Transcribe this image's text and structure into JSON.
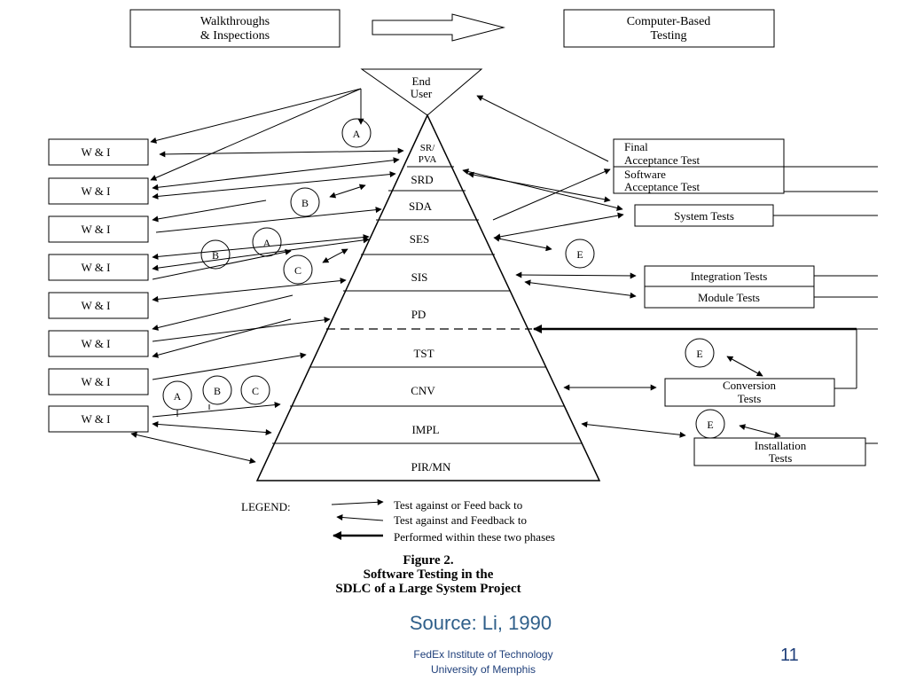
{
  "top": {
    "left_box": [
      "Walkthroughs",
      "& Inspections"
    ],
    "right_box": [
      "Computer-Based",
      "Testing"
    ]
  },
  "apex": [
    "End",
    "User"
  ],
  "phases": [
    "SR/",
    "PVA",
    "SRD",
    "SDA",
    "SES",
    "SIS",
    "PD",
    "TST",
    "CNV",
    "IMPL",
    "PIR/MN"
  ],
  "wi_label": "W & I",
  "circles": {
    "a": "A",
    "b": "B",
    "c": "C",
    "e": "E"
  },
  "right_tests": {
    "final": [
      "Final",
      "Acceptance Test"
    ],
    "software": [
      "Software",
      "Acceptance Test"
    ],
    "system": "System Tests",
    "integration": "Integration Tests",
    "module": "Module Tests",
    "conversion": [
      "Conversion",
      "Tests"
    ],
    "installation": [
      "Installation",
      "Tests"
    ]
  },
  "legend": {
    "title": "LEGEND:",
    "items": [
      "Test against or Feed back to",
      "Test against and Feedback to",
      "Performed within these two phases"
    ]
  },
  "caption": [
    "Figure 2.",
    "Software Testing in the",
    "SDLC of a Large System Project"
  ],
  "source": "Source: Li, 1990",
  "footer": {
    "line1": "FedEx Institute of Technology",
    "line2": "University of Memphis",
    "page": "11"
  }
}
